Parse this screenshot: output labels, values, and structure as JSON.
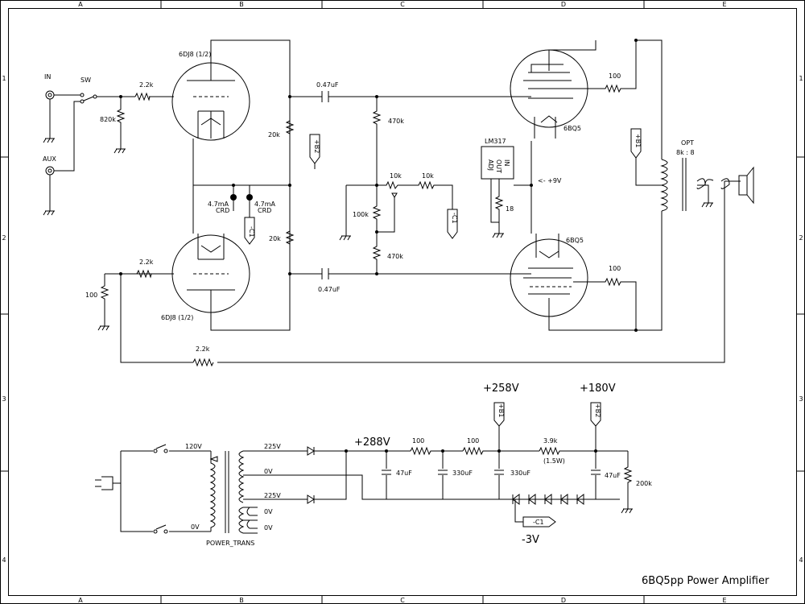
{
  "title": "6BQ5pp Power Amplifier",
  "border": {
    "cols": [
      "A",
      "B",
      "C",
      "D",
      "E"
    ],
    "rows": [
      "1",
      "2",
      "3",
      "4"
    ]
  },
  "inputs": {
    "in": "IN",
    "aux": "AUX",
    "sw": "SW"
  },
  "tubes": {
    "pre_top": "6DJ8 (1/2)",
    "pre_bottom": "6DJ8 (1/2)",
    "out_top": "6BQ5",
    "out_bottom": "6BQ5"
  },
  "components": {
    "r_in_series": "2.2k",
    "r_in_shunt": "820k",
    "r_plate_top": "20k",
    "r_plate_bottom": "20k",
    "crd1": [
      "4.7mA",
      "CRD"
    ],
    "crd2": [
      "4.7mA",
      "CRD"
    ],
    "c1_top": "0.47uF",
    "c1_bottom": "0.47uF",
    "r_grid_top": "470k",
    "r_grid_bottom": "470k",
    "r_bal": "100k",
    "pot": "10k",
    "r_pot": "10k",
    "regulator": "LM317",
    "reg_pins": [
      "ADJ",
      "OUT",
      "IN"
    ],
    "r_reg": "18",
    "v_reg": "<- +9V",
    "r_g2_top": "100",
    "r_g2_bottom": "100",
    "opt": "OPT",
    "opt_ratio": "8k : 8",
    "r_fb": "2.2k",
    "r_fb_shunt": "100",
    "b1_tag": "+B1",
    "b2_tag": "+B2",
    "c1_tag": "-C1"
  },
  "power": {
    "v288": "+288V",
    "v258": "+258V",
    "v180": "+180V",
    "vneg": "-3V",
    "ac120": "120V",
    "ac0": "0V",
    "sec225a": "225V",
    "sec0": "0V",
    "sec225b": "225V",
    "htr1": "0V",
    "htr2": "0V",
    "trans": "POWER_TRANS",
    "r1": "100",
    "r2": "100",
    "r3": "3.9k",
    "r3w": "(1.5W)",
    "c1": "47uF",
    "c2": "330uF",
    "c3": "330uF",
    "c4": "47uF",
    "r_bleed": "200k"
  }
}
